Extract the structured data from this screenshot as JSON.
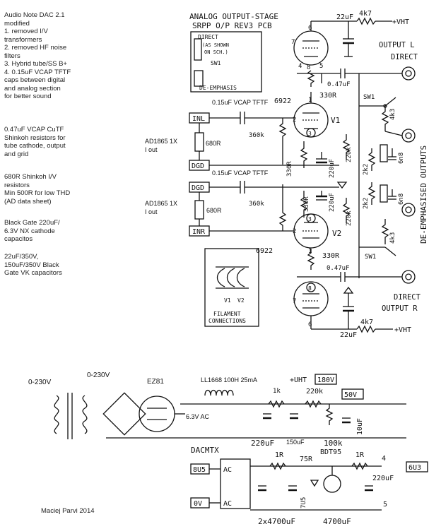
{
  "notes": {
    "mods": [
      "Audio Note DAC 2.1",
      "modified",
      "1. removed I/V",
      "transformers",
      "2. removed HF noise",
      "filters",
      "3. Hybrid tube/SS B+",
      "4. 0.15uF VCAP TFTF",
      "caps between digital",
      "and analog section",
      "for better sound"
    ],
    "cutf": [
      "0.47uF VCAP CuTF",
      "Shinkoh resistors for",
      "tube cathode, output",
      "and grid"
    ],
    "iv": [
      "680R Shinkoh I/V",
      "resistors",
      "Min 500R for low THD",
      "(AD data sheet)"
    ],
    "bg": [
      "Black Gate 220uF/",
      "6.3V NX cathode",
      "capacitos"
    ],
    "caps": [
      "22uF/350V,",
      "150uF/350V Black",
      "Gate VK capacitors"
    ],
    "author": "Maciej Parvi 2014"
  },
  "header": {
    "title_l1": "ANALOG OUTPUT-STAGE",
    "title_l2": "SRPP O/P REV3 PCB",
    "direct_box": [
      "DIRECT",
      "(AS SHOWN",
      "ON SCH.)",
      "SW1",
      "DE-EMPHASIS"
    ]
  },
  "ad1865_a": [
    "AD1865 1X",
    "I out"
  ],
  "ad1865_b": [
    "AD1865 1X",
    "I out"
  ],
  "labels": {
    "cap_22uf_top": "22uF",
    "r_4k7_top": "4k7",
    "vht_top": "+VHT",
    "output_l": "OUTPUT L",
    "direct_l": "DIRECT",
    "cap_047_top": "0.47uF",
    "r_330_top": "330R",
    "tube_6922_top": "6922",
    "sw1_top": "SW1",
    "r_4k3_top": "4k3",
    "vcap_top": "0.15uF VCAP TFTF",
    "inl": "INL",
    "v1": "V1",
    "r_360k_top": "360k",
    "r_220k_top": "220k",
    "r_680_top": "680R",
    "r_2k2_top": "2k2",
    "c_6n8_top": "6n8",
    "dgd_top": "DGD",
    "vcap_bottom": "0.15uF VCAP TFTF",
    "r_330_mid_a": "330R",
    "c_220_mid_a": "220uF",
    "dgd_bottom": "DGD",
    "r_330_mid_b": "330R",
    "c_220_mid_b": "220uF",
    "r_2k2_bottom": "2k2",
    "c_6n8_bottom": "6n8",
    "r_680_bottom": "680R",
    "r_360k_bottom": "360k",
    "r_220k_bottom": "220k",
    "de_emph": "DE-EMPHASISED OUTPUTS",
    "inr": "INR",
    "v2": "V2",
    "r_4k3_bottom": "4k3",
    "tube_6922_bottom": "6922",
    "r_330_bottom": "330R",
    "sw1_bottom": "SW1",
    "cap_047_bottom": "0.47uF",
    "direct_r": "DIRECT",
    "output_r": "OUTPUT R",
    "filament_1": "FILAMENT",
    "filament_2": "CONNECTIONS",
    "fil_v1": "V1",
    "fil_v2": "V2",
    "cap_22uf_bottom": "22uF",
    "r_4k7_bottom": "4k7",
    "vht_bottom": "+VHT"
  },
  "psu": {
    "in_230": "0-230V",
    "sec_230": "0-230V",
    "rect": "EZ81",
    "choke": "LL1668 100H 25mA",
    "vht": "+UHT",
    "v180": "180V",
    "r_1k": "1k",
    "r_220k": "220k",
    "v50": "50V",
    "heater": "6.3V AC",
    "c_220": "220uF",
    "c_150": "150uF",
    "r_100k": "100k",
    "c_10": "10uF",
    "dacmtx": "DACMTX",
    "r_1r_a": "1R",
    "bdt": "BDT95",
    "r_1r_b": "1R",
    "pin4": "4",
    "v63": "6U3",
    "r_75r": "75R",
    "v8": "8U5",
    "ac1": "AC",
    "c_220_b": "220uF",
    "d7v5": "7U5",
    "v0": "0V",
    "ac2": "AC",
    "pin5": "5",
    "c_4700x2": "2x4700uF",
    "c_4700": "4700uF"
  }
}
